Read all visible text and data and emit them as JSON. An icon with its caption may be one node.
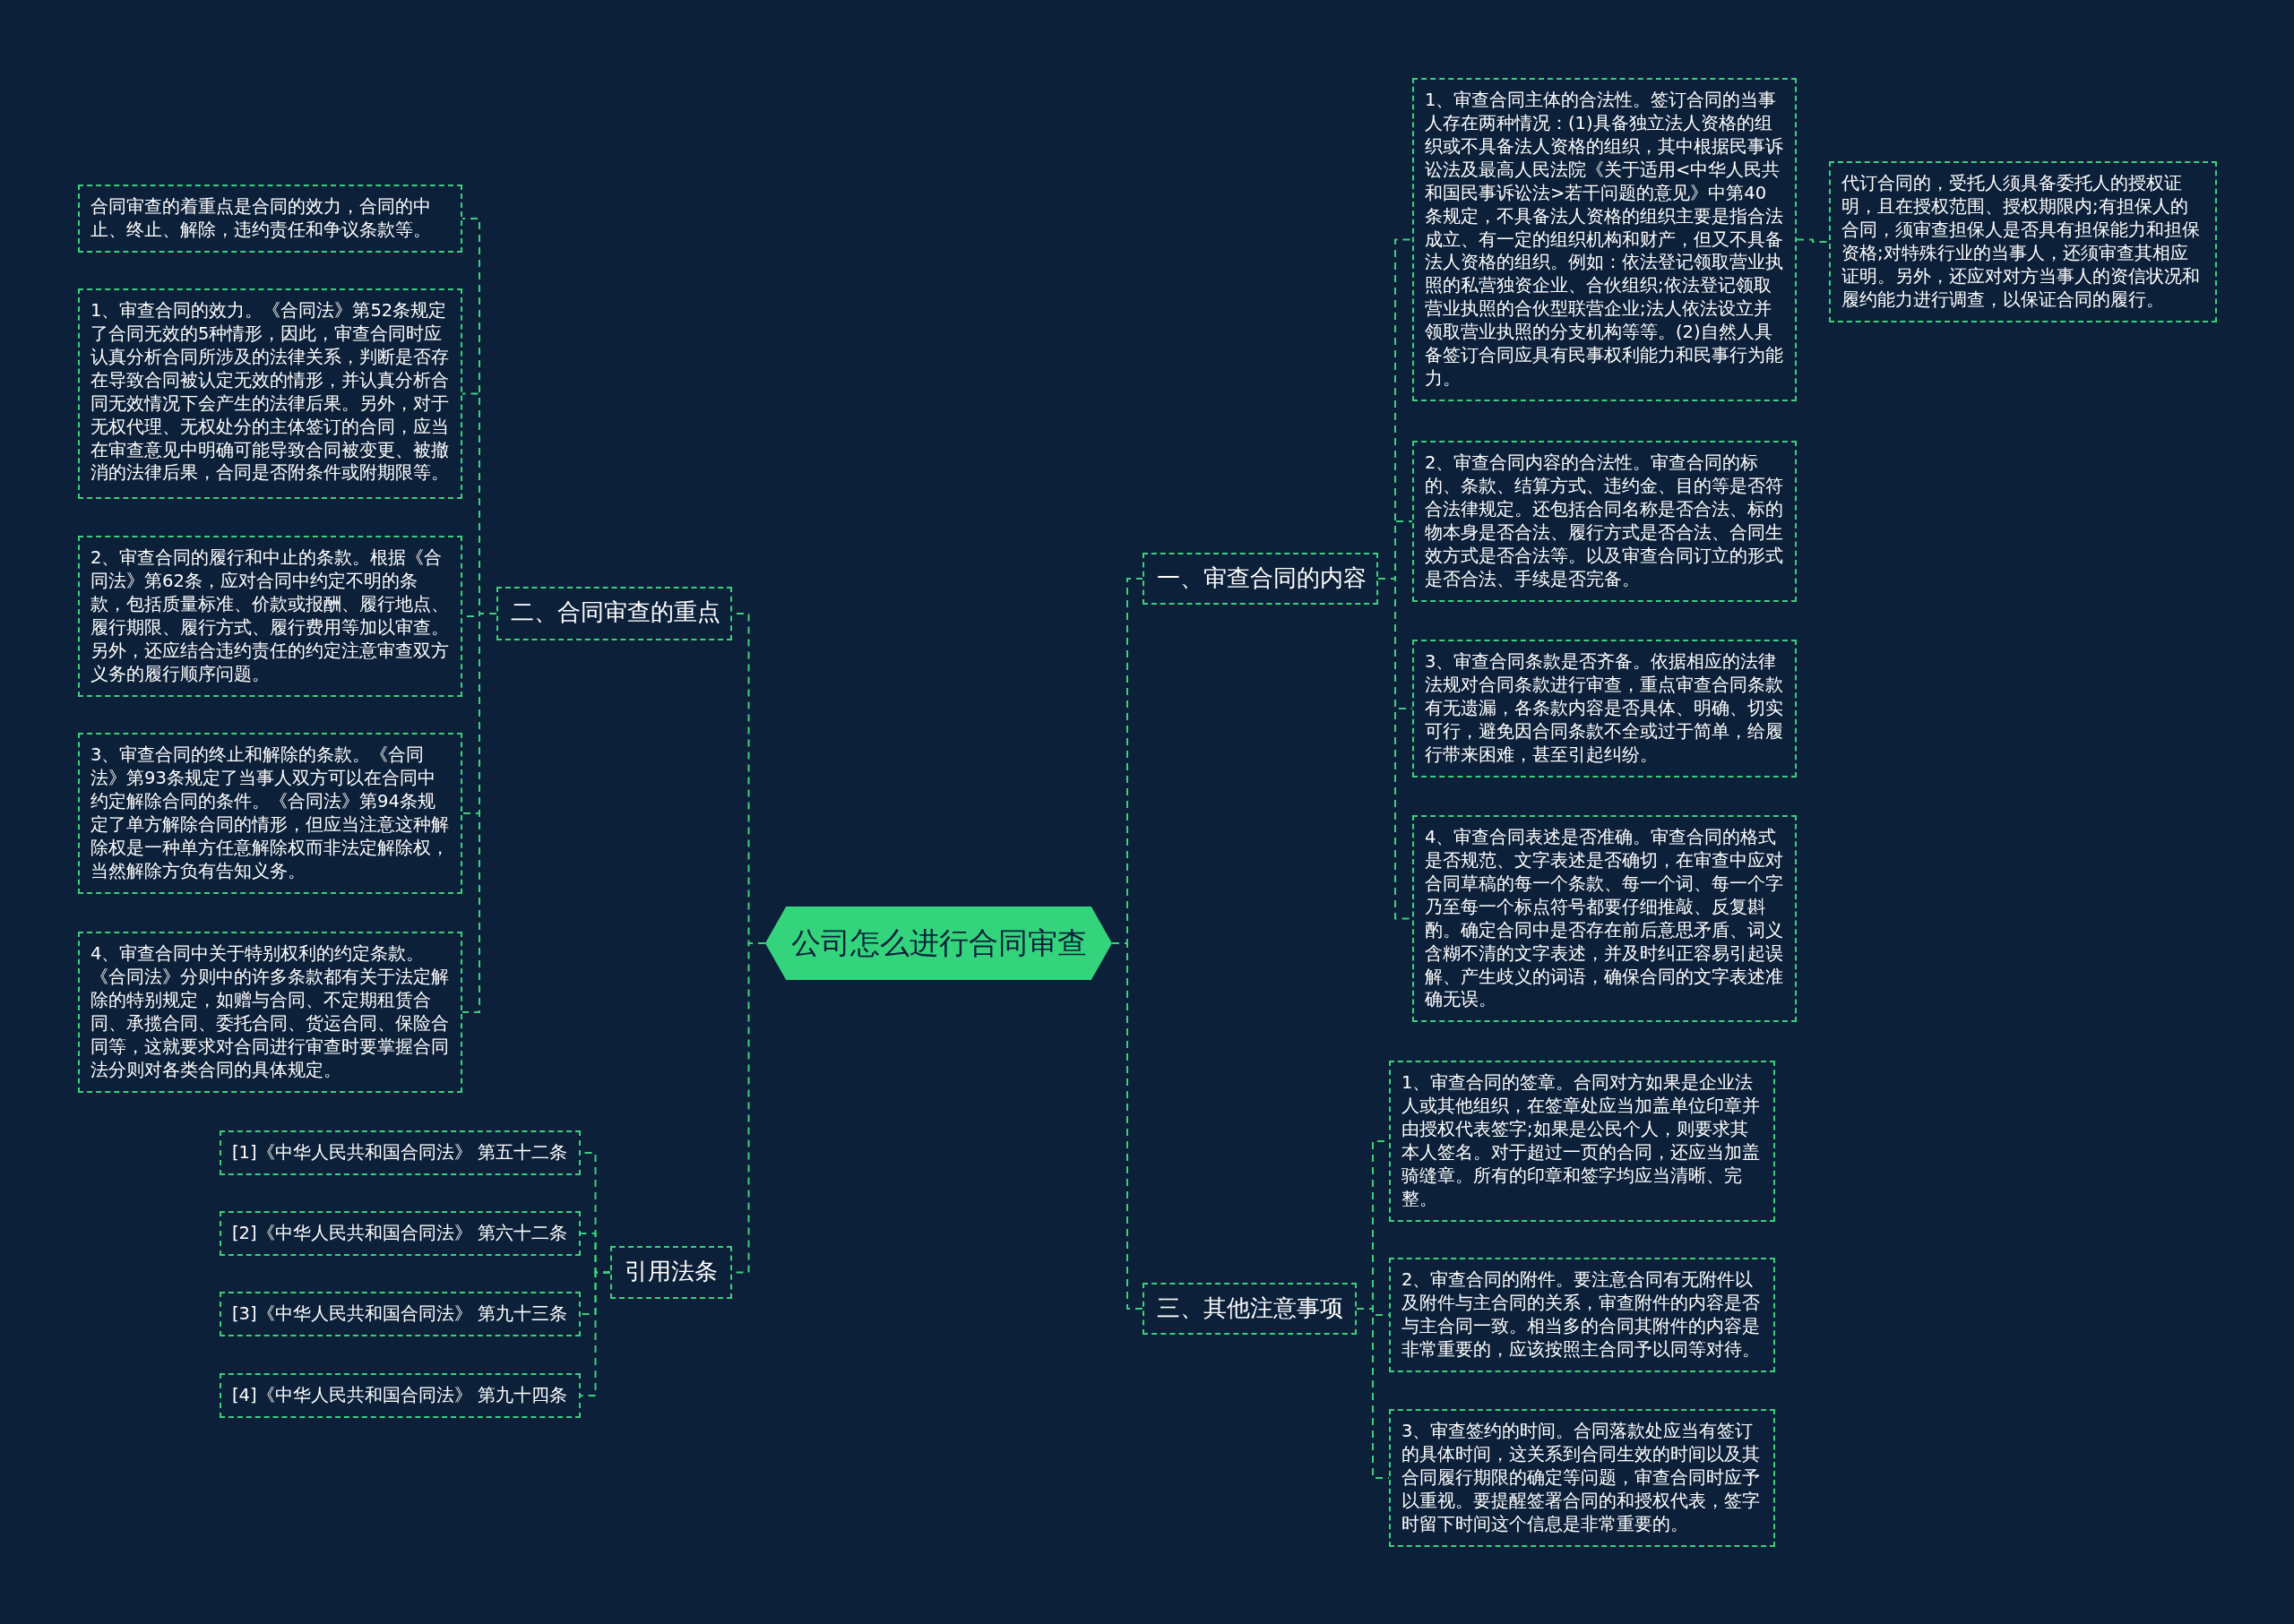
{
  "diagram": {
    "nodes": [
      {
        "text": [
          "公司怎么进行合同审查"
        ]
      },
      {
        "text": [
          "一、审查合同的内容"
        ]
      },
      {
        "text": [
          "1、审查合同主体的合法性。签订合同的当事人存在两种情况：(1)具备独立法人资格的组织或不具备法人资格的组织，其中根据民事诉讼法及最高人民法院《关于适用<中华人民共和国民事诉讼法>若干问题的意见》中第40条规定，不具备法人资格的组织主要是指合法成立、有一定的组织机构和财产，但又不具备法人资格的组织。例如：依法登记领取营业执照的私营独资企业、合伙组织;依法登记领取营业执照的合伙型联营企业;法人依法设立并领取营业执照的分支机构等等。(2)自然人具备签订合同应具有民事权利能力和民事行为能力。"
        ]
      },
      {
        "text": [
          "代订合同的，受托人须具备委托人的授权证明，且在授权范围、授权期限内;有担保人的合同，须审查担保人是否具有担保能力和担保资格;对特殊行业的当事人，还须审查其相应证明。另外，还应对对方当事人的资信状况和履约能力进行调查，以保证合同的履行。"
        ]
      },
      {
        "text": [
          "2、审查合同内容的合法性。审查合同的标的、条款、结算方式、违约金、目的等是否符合法律规定。还包括合同名称是否合法、标的物本身是否合法、履行方式是否合法、合同生效方式是否合法等。以及审查合同订立的形式是否合法、手续是否完备。"
        ]
      },
      {
        "text": [
          "3、审查合同条款是否齐备。依据相应的法律法规对合同条款进行审查，重点审查合同条款有无遗漏，各条款内容是否具体、明确、切实可行，避免因合同条款不全或过于简单，给履行带来困难，甚至引起纠纷。"
        ]
      },
      {
        "text": [
          "4、审查合同表述是否准确。审查合同的格式是否规范、文字表述是否确切，在审查中应对合同草稿的每一个条款、每一个词、每一个字乃至每一个标点符号都要仔细推敲、反复斟酌。确定合同中是否存在前后意思矛盾、词义含糊不清的文字表述，并及时纠正容易引起误解、产生歧义的词语，确保合同的文字表述准确无误。"
        ]
      },
      {
        "text": [
          "三、其他注意事项"
        ]
      },
      {
        "text": [
          "1、审查合同的签章。合同对方如果是企业法人或其他组织，在签章处应当加盖单位印章并由授权代表签字;如果是公民个人，则要求其本人签名。对于超过一页的合同，还应当加盖骑缝章。所有的印章和签字均应当清晰、完整。"
        ]
      },
      {
        "text": [
          "2、审查合同的附件。要注意合同有无附件以及附件与主合同的关系，审查附件的内容是否与主合同一致。相当多的合同其附件的内容是非常重要的，应该按照主合同予以同等对待。"
        ]
      },
      {
        "text": [
          "3、审查签约的时间。合同落款处应当有签订的具体时间，这关系到合同生效的时间以及其合同履行期限的确定等问题，审查合同时应予以重视。要提醒签署合同的和授权代表，签字时留下时间这个信息是非常重要的。"
        ]
      },
      {
        "text": [
          "二、合同审查的重点"
        ]
      },
      {
        "text": [
          "合同审查的着重点是合同的效力，合同的中止、终止、解除，违约责任和争议条款等。"
        ]
      },
      {
        "text": [
          "1、审查合同的效力。《合同法》第52条规定了合同无效的5种情形，因此，审查合同时应认真分析合同所涉及的法律关系，判断是否存在导致合同被认定无效的情形，并认真分析合同无效情况下会产生的法律后果。另外，对于无权代理、无权处分的主体签订的合同，应当在审查意见中明确可能导致合同被变更、被撤消的法律后果，合同是否附条件或附期限等。"
        ]
      },
      {
        "text": [
          "2、审查合同的履行和中止的条款。根据《合同法》第62条，应对合同中约定不明的条款，包括质量标准、价款或报酬、履行地点、履行期限、履行方式、履行费用等加以审查。另外，还应结合违约责任的约定注意审查双方义务的履行顺序问题。"
        ]
      },
      {
        "text": [
          "3、审查合同的终止和解除的条款。《合同法》第93条规定了当事人双方可以在合同中约定解除合同的条件。《合同法》第94条规定了单方解除合同的情形，但应当注意这种解除权是一种单方任意解除权而非法定解除权，当然解除方负有告知义务。"
        ]
      },
      {
        "text": [
          "4、审查合同中关于特别权利的约定条款。《合同法》分则中的许多条款都有关于法定解除的特别规定，如赠与合同、不定期租赁合同、承揽合同、委托合同、货运合同、保险合同等，这就要求对合同进行审查时要掌握合同法分则对各类合同的具体规定。"
        ]
      },
      {
        "text": [
          "引用法条"
        ]
      },
      {
        "text": [
          "[1]《中华人民共和国合同法》 第五十二条"
        ]
      },
      {
        "text": [
          "[2]《中华人民共和国合同法》 第六十二条"
        ]
      },
      {
        "text": [
          "[3]《中华人民共和国合同法》 第九十三条"
        ]
      },
      {
        "text": [
          "[4]《中华人民共和国合同法》 第九十四条"
        ]
      }
    ],
    "edges": [
      {
        "from": 0,
        "to": 1,
        "arrow": "none"
      },
      {
        "from": 1,
        "to": 2,
        "arrow": "none"
      },
      {
        "from": 2,
        "to": 3,
        "arrow": "none"
      },
      {
        "from": 1,
        "to": 4,
        "arrow": "none"
      },
      {
        "from": 1,
        "to": 5,
        "arrow": "none"
      },
      {
        "from": 1,
        "to": 6,
        "arrow": "none"
      },
      {
        "from": 0,
        "to": 7,
        "arrow": "none"
      },
      {
        "from": 7,
        "to": 8,
        "arrow": "none"
      },
      {
        "from": 7,
        "to": 9,
        "arrow": "none"
      },
      {
        "from": 7,
        "to": 10,
        "arrow": "none"
      },
      {
        "from": 0,
        "to": 11,
        "arrow": "none"
      },
      {
        "from": 11,
        "to": 12,
        "arrow": "none"
      },
      {
        "from": 11,
        "to": 13,
        "arrow": "none"
      },
      {
        "from": 11,
        "to": 14,
        "arrow": "none"
      },
      {
        "from": 11,
        "to": 15,
        "arrow": "none"
      },
      {
        "from": 11,
        "to": 16,
        "arrow": "none"
      },
      {
        "from": 0,
        "to": 17,
        "arrow": "none"
      },
      {
        "from": 17,
        "to": 18,
        "arrow": "none"
      },
      {
        "from": 17,
        "to": 19,
        "arrow": "none"
      },
      {
        "from": 17,
        "to": 20,
        "arrow": "none"
      },
      {
        "from": 17,
        "to": 21,
        "arrow": "none"
      }
    ]
  }
}
